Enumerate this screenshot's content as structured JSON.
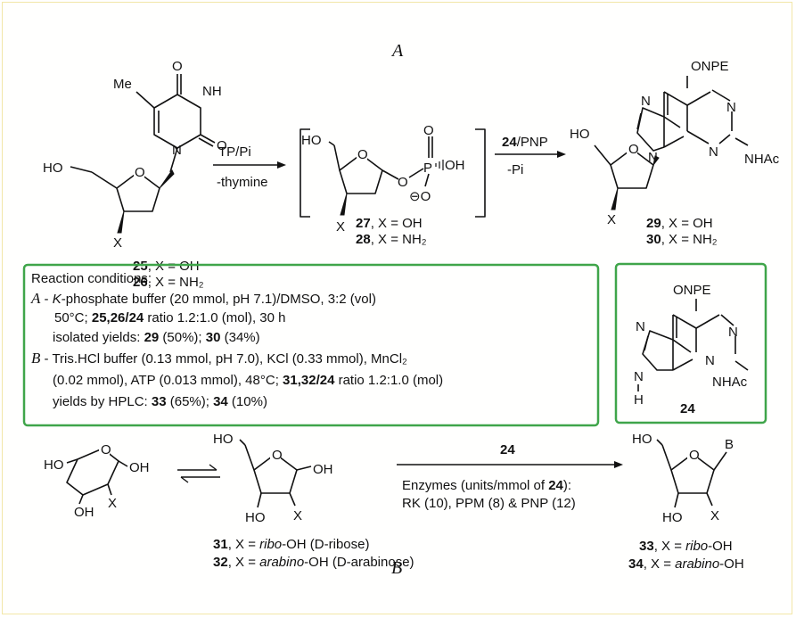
{
  "section_a_label": "A",
  "section_b_label": "B",
  "reagents": {
    "step1_top": "TP/Pi",
    "step1_bottom": "-thymine",
    "step2_top_bold": "24",
    "step2_top_rest": "/PNP",
    "step2_bottom": "-Pi",
    "step3_top": "24",
    "step3_line1_pre": "Enzymes (units/mmol of ",
    "step3_line1_bold": "24",
    "step3_line1_post": "):",
    "step3_line2": "RK (10), PPM (8) & PNP (12)"
  },
  "atoms": {
    "me": "Me",
    "o": "O",
    "nh": "NH",
    "n": "N",
    "ho": "HO",
    "oh": "OH",
    "x": "X",
    "p": "P",
    "o_minus": "⊖O",
    "onpe": "ONPE",
    "nhac": "NHAc",
    "h": "H",
    "b": "B"
  },
  "labels": {
    "c25": {
      "num": "25",
      "text": ", X = OH"
    },
    "c26": {
      "num": "26",
      "text": ", X = NH₂"
    },
    "c27": {
      "num": "27",
      "text": ", X = OH"
    },
    "c28": {
      "num": "28",
      "text": ", X = NH₂"
    },
    "c29": {
      "num": "29",
      "text": ", X = OH"
    },
    "c30": {
      "num": "30",
      "text": ", X = NH₂"
    },
    "c24": "24",
    "c31": {
      "num": "31",
      "pre": ", X = ",
      "ital": "ribo",
      "post": "-OH (D-ribose)"
    },
    "c32": {
      "num": "32",
      "pre": ", X = ",
      "ital": "arabino",
      "post": "-OH (D-arabinose)"
    },
    "c33": {
      "num": "33",
      "pre": ", X = ",
      "ital": "ribo",
      "post": "-OH"
    },
    "c34": {
      "num": "34",
      "pre": ", X = ",
      "ital": "arabino",
      "post": "-OH"
    }
  },
  "conditions": {
    "heading": "Reaction conditions:",
    "a_letter": "A",
    "a_line1_pre": " - ",
    "a_line1_ital": "K",
    "a_line1_post": "-phosphate buffer (20 mmol, pH 7.1)/DMSO, 3:2 (vol)",
    "a_line2_pre": "50°C; ",
    "a_line2_bold": "25,26/24",
    "a_line2_post": " ratio 1.2:1.0 (mol), 30 h",
    "a_line3_pre": "isolated yields: ",
    "a_line3_b1": "29",
    "a_line3_m1": " (50%); ",
    "a_line3_b2": "30",
    "a_line3_post": " (34%)",
    "b_letter": "B",
    "b_line1": " - Tris.HCl buffer (0.13 mmol, pH 7.0), KCl (0.33 mmol), MnCl₂",
    "b_line2_pre": "(0.02 mmol), ATP (0.013 mmol), 48°C; ",
    "b_line2_bold": "31,32/24",
    "b_line2_post": " ratio 1.2:1.0 (mol)",
    "b_line3_pre": "yields by HPLC: ",
    "b_line3_b1": "33",
    "b_line3_m1": " (65%); ",
    "b_line3_b2": "34",
    "b_line3_post": " (10%)"
  },
  "colors": {
    "box_border": "#3fa54a",
    "frame_border": "#f2e6a8"
  }
}
